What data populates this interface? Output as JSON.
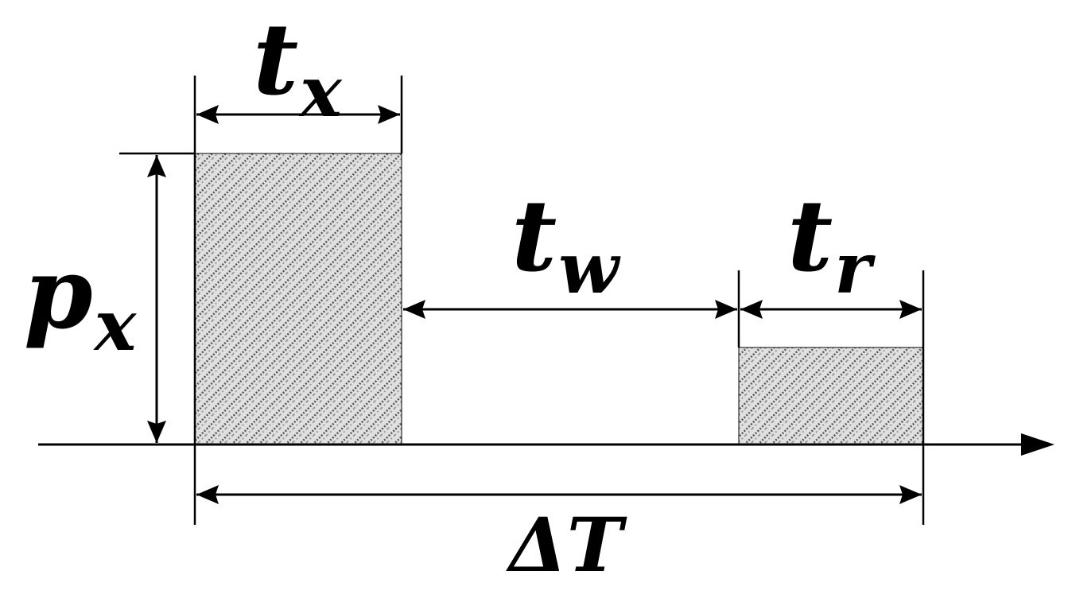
{
  "labels": {
    "tx": {
      "base": "t",
      "sub": "x"
    },
    "tw": {
      "base": "t",
      "sub": "w"
    },
    "tr": {
      "base": "t",
      "sub": "r"
    },
    "px": {
      "base": "p",
      "sub": "x"
    },
    "dT": "ΔT"
  },
  "colors": {
    "stroke": "#000000",
    "hatch_light": "#d8d8d8",
    "hatch_dark": "#5a5a5a",
    "background": "#ffffff"
  }
}
